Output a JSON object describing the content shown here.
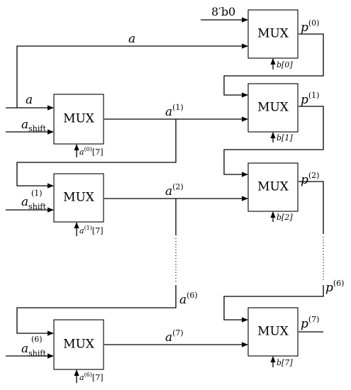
{
  "mux_label": "MUX",
  "const_input": "8′b0",
  "top_input": "a",
  "left_mux_inputs": [
    {
      "var": "a",
      "sup": "",
      "sub": ""
    },
    {
      "var": "a",
      "sup": "",
      "sub": "shift"
    },
    {
      "var": "a",
      "sup": "(1)",
      "sub": "shift"
    },
    {
      "var": "a",
      "sup": "(6)",
      "sub": "shift"
    }
  ],
  "left_mux_selects": [
    {
      "var": "a",
      "sup": "(0)",
      "rest": "[7]"
    },
    {
      "var": "a",
      "sup": "(1)",
      "rest": "[7]"
    },
    {
      "var": "a",
      "sup": "(6)",
      "rest": "[7]"
    }
  ],
  "a_labels": [
    {
      "var": "a",
      "sup": "(1)"
    },
    {
      "var": "a",
      "sup": "(2)"
    },
    {
      "var": "a",
      "sup": "(6)"
    },
    {
      "var": "a",
      "sup": "(7)"
    }
  ],
  "right_mux_selects": [
    "b[0]",
    "b[1]",
    "b[2]",
    "b[7]"
  ],
  "p_labels": [
    {
      "var": "p",
      "sup": "(0)"
    },
    {
      "var": "p",
      "sup": "(1)"
    },
    {
      "var": "p",
      "sup": "(2)"
    },
    {
      "var": "p",
      "sup": "(6)"
    },
    {
      "var": "p",
      "sup": "(7)"
    }
  ]
}
